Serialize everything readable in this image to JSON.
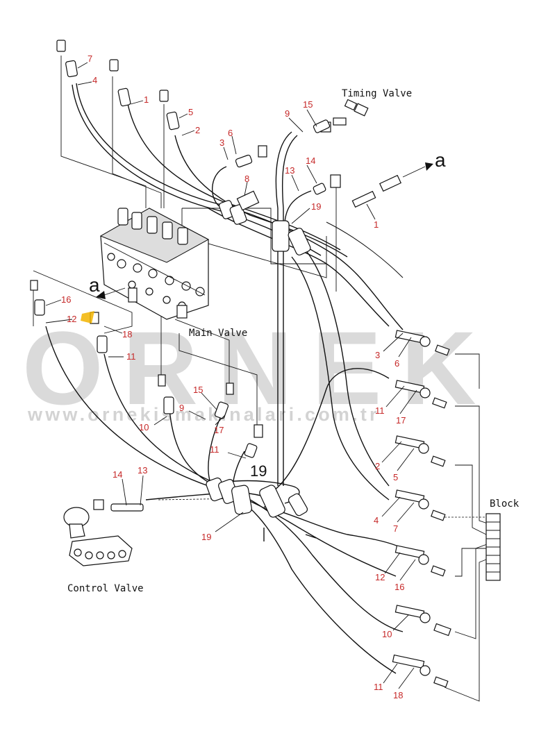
{
  "watermark": {
    "brand": "ORNEK",
    "url": "www.ornekismakinalari.com.tr",
    "color": "#cfcfcf"
  },
  "captions": {
    "timing_valve": "Timing Valve",
    "main_valve": "Main Valve",
    "control_valve": "Control Valve",
    "block": "Block",
    "arrow_a_top": "a",
    "arrow_a_left": "a",
    "clamp_19_big": "19"
  },
  "part_numbers": {
    "p7": "7",
    "p4a": "4",
    "p1a": "1",
    "p5a": "5",
    "p2a": "2",
    "p3a": "3",
    "p6a": "6",
    "p9a": "9",
    "p15a": "15",
    "p13a": "13",
    "p14a": "14",
    "p8": "8",
    "p19a": "19",
    "p1b": "1",
    "p16a": "16",
    "p12a": "12",
    "p18a": "18",
    "p11a": "11",
    "p15b": "15",
    "p9b": "9",
    "p17a": "17",
    "p10a": "10",
    "p11b": "11",
    "p14b": "14",
    "p13b": "13",
    "p19b": "19",
    "p3b": "3",
    "p6b": "6",
    "p11c": "11",
    "p17b": "17",
    "p2b": "2",
    "p5b": "5",
    "p4b": "4",
    "p7b": "7",
    "p12b": "12",
    "p16b": "16",
    "p10b": "10",
    "p11d": "11",
    "p18b": "18"
  },
  "colors": {
    "callout": "#c62828",
    "line": "#111111",
    "highlight": "#f2b400"
  }
}
